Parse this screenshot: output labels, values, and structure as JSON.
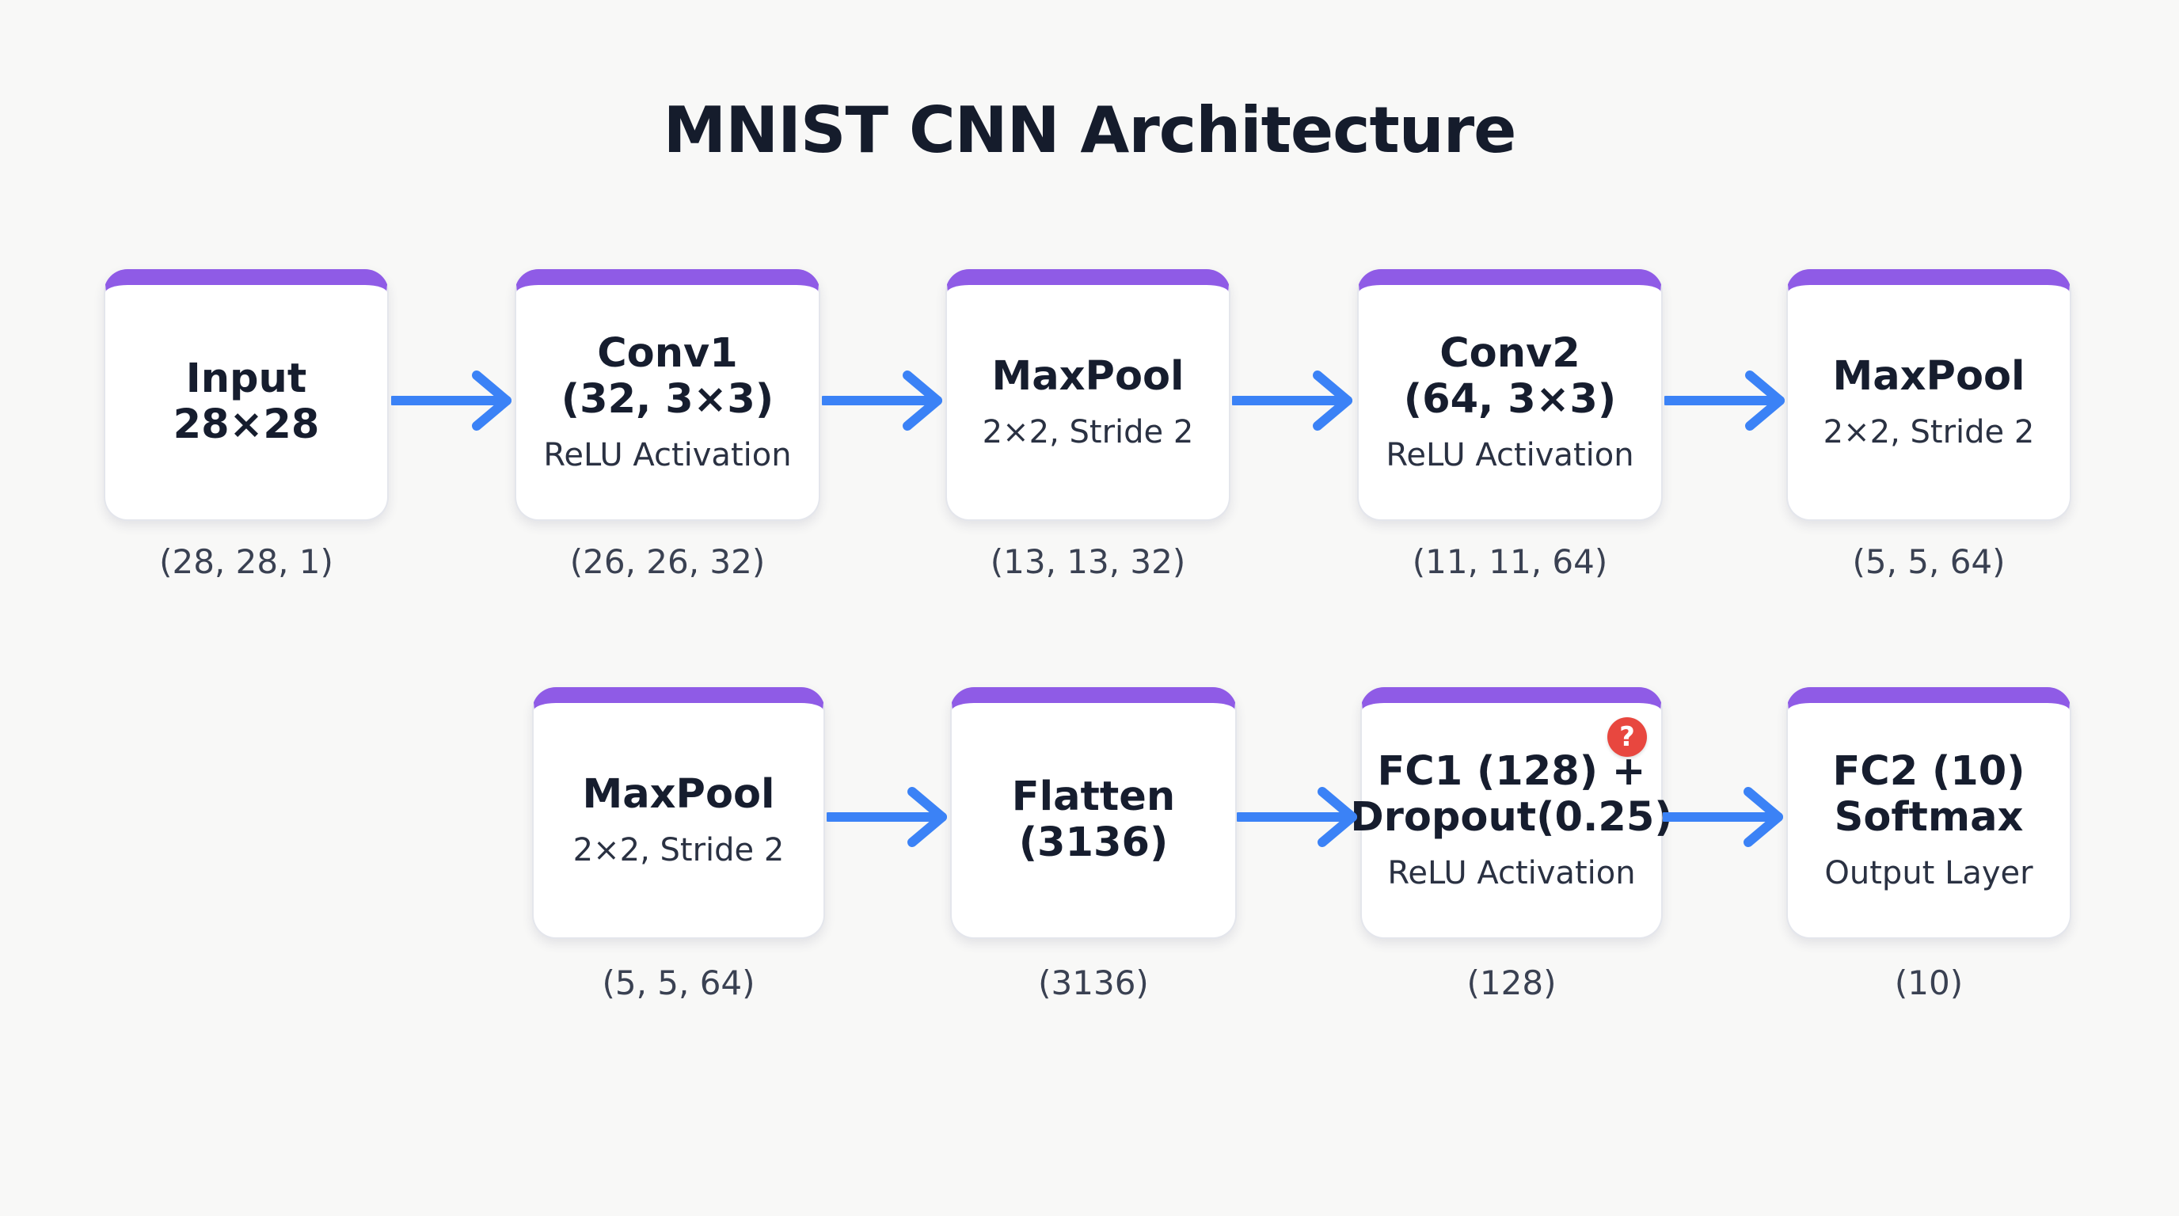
{
  "title": "MNIST CNN Architecture",
  "accent_color": "#8f5be6",
  "arrow_color": "#3b82f6",
  "row1": [
    {
      "label": "Input\n28×28",
      "sub": "",
      "shape": "(28, 28, 1)"
    },
    {
      "label": "Conv1\n(32, 3×3)",
      "sub": "ReLU Activation",
      "shape": "(26, 26, 32)"
    },
    {
      "label": "MaxPool",
      "sub": "2×2, Stride 2",
      "shape": "(13, 13, 32)"
    },
    {
      "label": "Conv2\n(64, 3×3)",
      "sub": "ReLU Activation",
      "shape": "(11, 11, 64)"
    },
    {
      "label": "MaxPool",
      "sub": "2×2, Stride 2",
      "shape": "(5, 5, 64)"
    }
  ],
  "row2": [
    {
      "label": "MaxPool",
      "sub": "2×2, Stride 2",
      "shape": "(5, 5, 64)"
    },
    {
      "label": "Flatten\n(3136)",
      "sub": "",
      "shape": "(3136)"
    },
    {
      "label": "FC1 (128) +\nDropout(0.25)",
      "sub": "ReLU Activation",
      "shape": "(128)",
      "badge": "?",
      "badge_icon": "question-icon",
      "badge_color": "#e8473f"
    },
    {
      "label": "FC2 (10)\nSoftmax",
      "sub": "Output Layer",
      "shape": "(10)"
    }
  ]
}
